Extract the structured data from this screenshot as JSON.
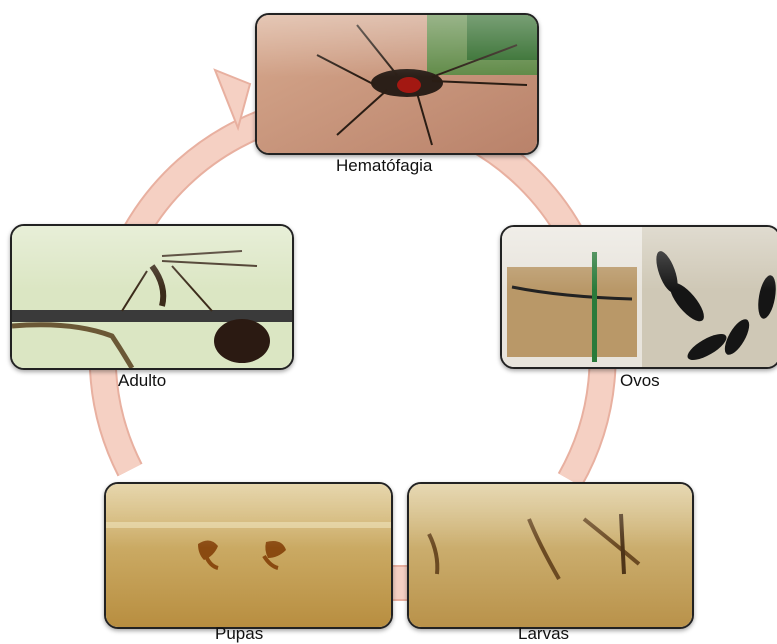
{
  "stages": {
    "hematofagia": {
      "label": "Hematófagia"
    },
    "ovos": {
      "label": "Ovos"
    },
    "larvas": {
      "label": "Larvas"
    },
    "pupas": {
      "label": "Pupas"
    },
    "adulto": {
      "label": "Adulto"
    }
  },
  "colors": {
    "cycle_arrow": "#f2c4b6",
    "cycle_arrow_stroke": "#e8b0a0"
  }
}
